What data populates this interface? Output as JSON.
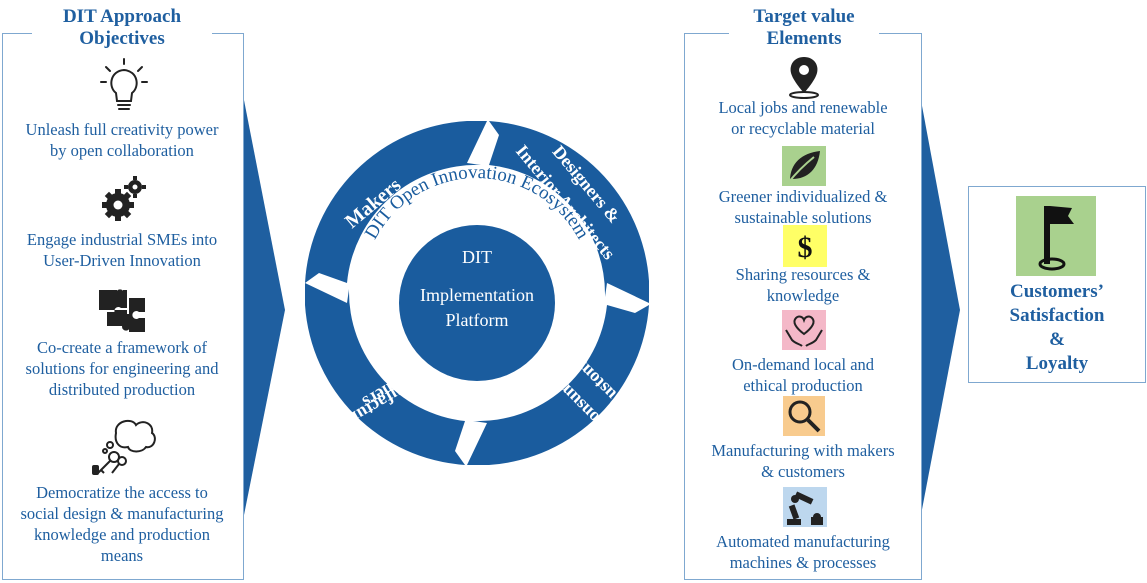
{
  "left_panel": {
    "title_line1": "DIT Approach",
    "title_line2": "Objectives",
    "items": [
      {
        "icon": "lightbulb-icon",
        "line1": "Unleash full creativity power",
        "line2": "by open collaboration"
      },
      {
        "icon": "gears-icon",
        "line1": "Engage industrial SMEs into",
        "line2": "User-Driven Innovation"
      },
      {
        "icon": "puzzle-icon",
        "line1": "Co-create a framework of",
        "line2": "solutions for engineering and",
        "line3": "distributed production"
      },
      {
        "icon": "keys-cloud-icon",
        "line1": "Democratize the access to",
        "line2": "social design & manufacturing",
        "line3": "knowledge and production",
        "line4": "means"
      }
    ]
  },
  "center": {
    "segments": {
      "makers": "Makers",
      "designers_line1": "Designers &",
      "designers_line2": "Interior Architects",
      "consumers_line1": "Consumers/",
      "consumers_line2": "Customers",
      "manufacturers_line1": "Manufacturers/",
      "manufacturers_line2": "Prosumers"
    },
    "ring_label": "DIT Open Innovation Ecosystem",
    "core_line1": "DIT",
    "core_line2": "Implementation",
    "core_line3": "Platform"
  },
  "middle_panel": {
    "title_line1": "Target value",
    "title_line2": "Elements",
    "items": [
      {
        "icon": "location-pin-icon",
        "line1": "Local jobs and renewable",
        "line2": "or recyclable material"
      },
      {
        "icon": "leaf-icon",
        "line1": "Greener individualized &",
        "line2": "sustainable solutions"
      },
      {
        "icon": "dollar-icon",
        "line1": "Sharing resources &",
        "line2": "knowledge"
      },
      {
        "icon": "heart-hands-icon",
        "line1": "On-demand local and",
        "line2": "ethical production"
      },
      {
        "icon": "magnifier-icon",
        "line1": "Manufacturing with makers",
        "line2": "& customers"
      },
      {
        "icon": "robot-arm-icon",
        "line1": "Automated manufacturing",
        "line2": "machines & processes"
      }
    ]
  },
  "right_panel": {
    "icon": "flag-icon",
    "line1": "Customers’",
    "line2": "Satisfaction",
    "line3": "&",
    "line4": "Loyalty"
  },
  "colors": {
    "primary_blue": "#1f5fa0",
    "ring_blue": "#1a5c9e",
    "panel_border": "#7fa8d0",
    "leaf_bg": "#a9d18e",
    "dollar_bg": "#ffff66",
    "heart_bg": "#f4b8c8",
    "magnifier_bg": "#f8cb8e",
    "robot_bg": "#bdd7ee",
    "flag_bg": "#a9d18e"
  }
}
